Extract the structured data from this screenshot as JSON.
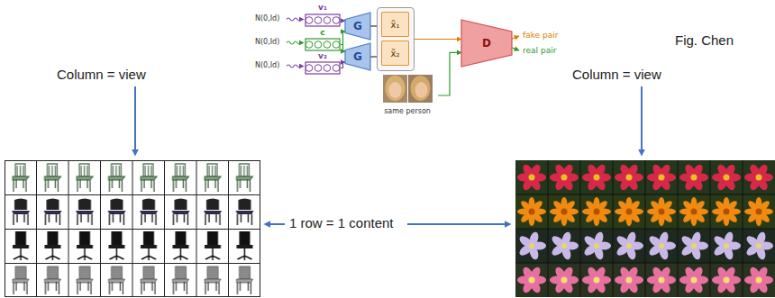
{
  "diagram": {
    "nodes": [
      {
        "text": [
          "v₁"
        ]
      },
      {
        "text": [
          "c"
        ]
      },
      {
        "text": [
          "v₂"
        ]
      },
      {
        "text": [
          "G"
        ]
      },
      {
        "text": [
          "G"
        ]
      },
      {
        "text": []
      },
      {
        "text": [
          "x̃₁"
        ],
        "in": 5
      },
      {
        "text": [
          "x̃₂"
        ],
        "in": 5
      },
      {
        "text": [
          "D"
        ]
      },
      {
        "text": [
          "same person"
        ]
      }
    ],
    "edges": [
      {
        "from": 0,
        "to": 3,
        "arrow": "to"
      },
      {
        "from": 1,
        "to": 3,
        "arrow": "to"
      },
      {
        "from": 1,
        "to": 4,
        "arrow": "to"
      },
      {
        "from": 2,
        "to": 4,
        "arrow": "to"
      },
      {
        "from": 3,
        "to": 6,
        "arrow": "to"
      },
      {
        "from": 4,
        "to": 7,
        "arrow": "to"
      },
      {
        "from": 5,
        "to": 8,
        "arrow": "to"
      },
      {
        "from": 9,
        "to": 8,
        "arrow": "to"
      }
    ],
    "labels": [
      "N(0,Id)",
      "N(0,Id)",
      "N(0,Id)",
      "fake pair",
      "real pair",
      "Fig. Chen",
      "Column = view",
      "Column = view",
      "1 row = 1 content"
    ]
  }
}
